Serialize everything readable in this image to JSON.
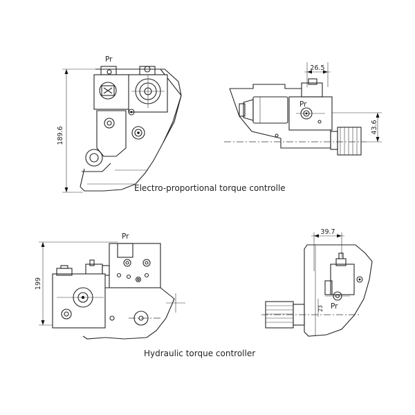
{
  "views": {
    "ep_front": {
      "label_pr": "Pr",
      "dim_height": "189.6"
    },
    "ep_side": {
      "label_pr": "Pr",
      "dim_top": "26.5",
      "dim_right": "43.6"
    },
    "ep_caption": "Electro-proportional torque controlle",
    "hy_front": {
      "label_pr": "Pr",
      "dim_height": "199"
    },
    "hy_side": {
      "label_pr": "Pr",
      "dim_top": "39.7",
      "dim_small": "23"
    },
    "hy_caption": "Hydraulic torque controller"
  }
}
